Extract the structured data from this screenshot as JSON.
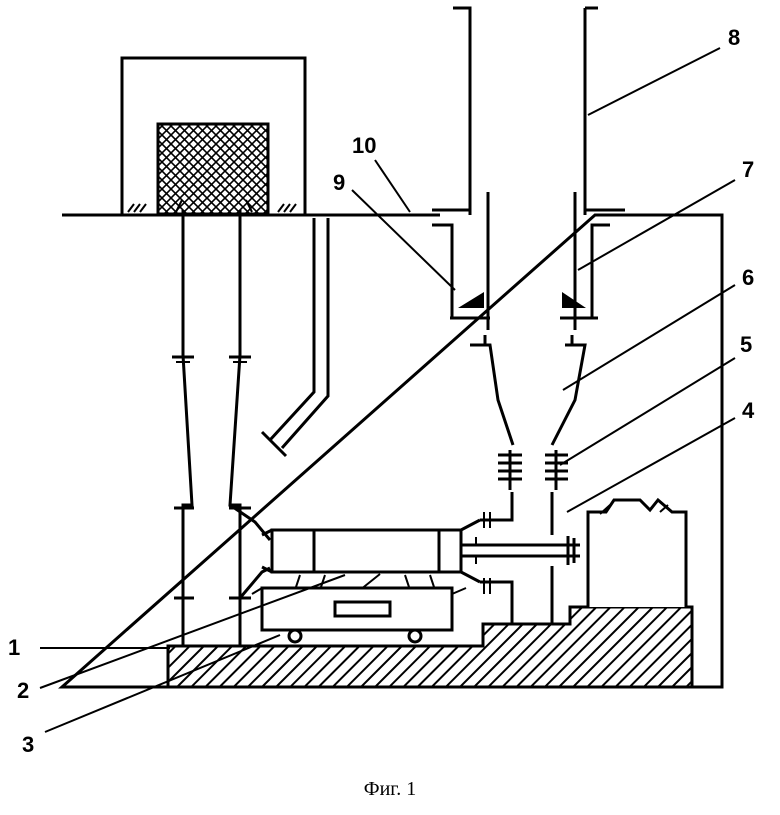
{
  "figure": {
    "caption": "Фиг. 1",
    "labels": [
      "1",
      "2",
      "3",
      "4",
      "5",
      "6",
      "7",
      "8",
      "9",
      "10"
    ]
  }
}
